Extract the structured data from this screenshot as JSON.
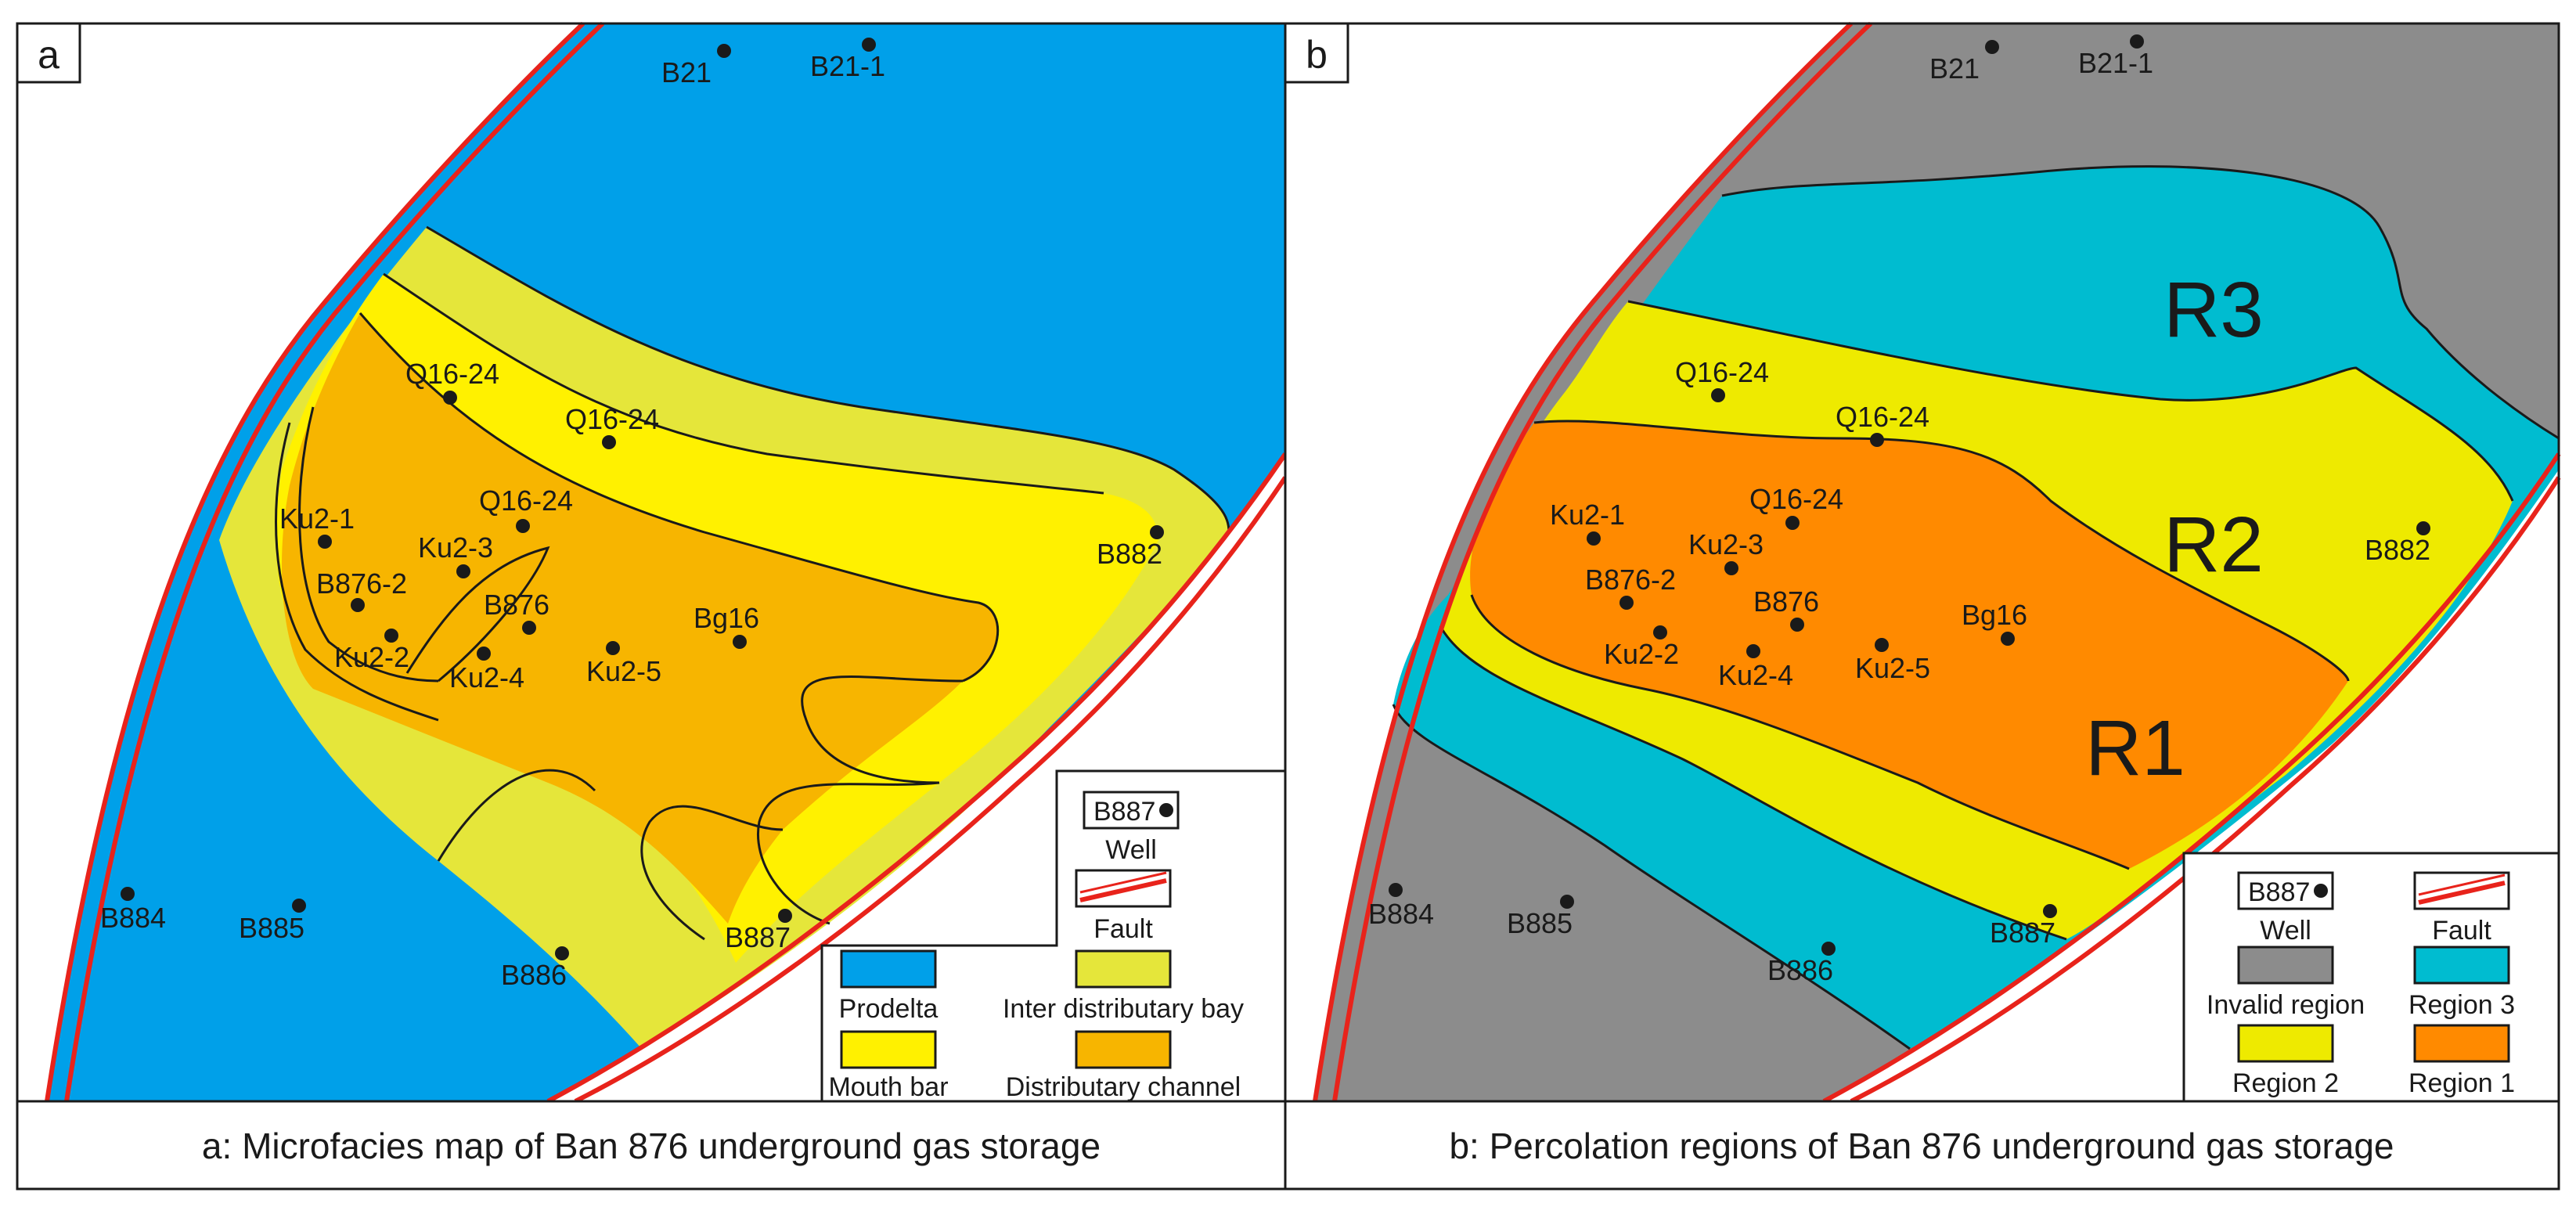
{
  "colors": {
    "prodelta": "#00a0e9",
    "interdistributary_bay": "#e5e63a",
    "mouth_bar": "#fff100",
    "distributary_channel": "#f7b500",
    "invalid_region": "#8c8c8c",
    "region3": "#00bcd0",
    "region2": "#eeea00",
    "region1": "#ff8a00",
    "fault_line": "#e8231b",
    "background": "#ffffff"
  },
  "panel_a": {
    "letter": "a",
    "caption": "a: Microfacies map of Ban 876 underground gas storage",
    "wells": [
      {
        "id": "B21",
        "label": "B21"
      },
      {
        "id": "B21-1",
        "label": "B21-1"
      },
      {
        "id": "Q16-24-a",
        "label": "Q16-24"
      },
      {
        "id": "Q16-24-b",
        "label": "Q16-24"
      },
      {
        "id": "Q16-24-c",
        "label": "Q16-24"
      },
      {
        "id": "Ku2-1",
        "label": "Ku2-1"
      },
      {
        "id": "Ku2-3",
        "label": "Ku2-3"
      },
      {
        "id": "B876-2",
        "label": "B876-2"
      },
      {
        "id": "B876",
        "label": "B876"
      },
      {
        "id": "Ku2-2",
        "label": "Ku2-2"
      },
      {
        "id": "Ku2-4",
        "label": "Ku2-4"
      },
      {
        "id": "Ku2-5",
        "label": "Ku2-5"
      },
      {
        "id": "Bg16",
        "label": "Bg16"
      },
      {
        "id": "B882",
        "label": "B882"
      },
      {
        "id": "B884",
        "label": "B884"
      },
      {
        "id": "B885",
        "label": "B885"
      },
      {
        "id": "B886",
        "label": "B886"
      },
      {
        "id": "B887",
        "label": "B887"
      }
    ],
    "legend": {
      "well_box": "B887",
      "well": "Well",
      "fault": "Fault",
      "prodelta": "Prodelta",
      "interdistributary_bay": "Inter distributary bay",
      "mouth_bar": "Mouth bar",
      "distributary_channel": "Distributary channel"
    }
  },
  "panel_b": {
    "letter": "b",
    "caption": "b: Percolation regions of Ban 876 underground gas storage",
    "region_labels": {
      "r1": "R1",
      "r2": "R2",
      "r3": "R3"
    },
    "wells": [
      {
        "id": "B21",
        "label": "B21"
      },
      {
        "id": "B21-1",
        "label": "B21-1"
      },
      {
        "id": "Q16-24-a",
        "label": "Q16-24"
      },
      {
        "id": "Q16-24-b",
        "label": "Q16-24"
      },
      {
        "id": "Q16-24-c",
        "label": "Q16-24"
      },
      {
        "id": "Ku2-1",
        "label": "Ku2-1"
      },
      {
        "id": "Ku2-3",
        "label": "Ku2-3"
      },
      {
        "id": "B876-2",
        "label": "B876-2"
      },
      {
        "id": "B876",
        "label": "B876"
      },
      {
        "id": "Ku2-2",
        "label": "Ku2-2"
      },
      {
        "id": "Ku2-4",
        "label": "Ku2-4"
      },
      {
        "id": "Ku2-5",
        "label": "Ku2-5"
      },
      {
        "id": "Bg16",
        "label": "Bg16"
      },
      {
        "id": "B882",
        "label": "B882"
      },
      {
        "id": "B884",
        "label": "B884"
      },
      {
        "id": "B885",
        "label": "B885"
      },
      {
        "id": "B886",
        "label": "B886"
      },
      {
        "id": "B887",
        "label": "B887"
      }
    ],
    "legend": {
      "well_box": "B887",
      "well": "Well",
      "fault": "Fault",
      "invalid_region": "Invalid region",
      "region3": "Region  3",
      "region2": "Region  2",
      "region1": "Region  1"
    }
  }
}
